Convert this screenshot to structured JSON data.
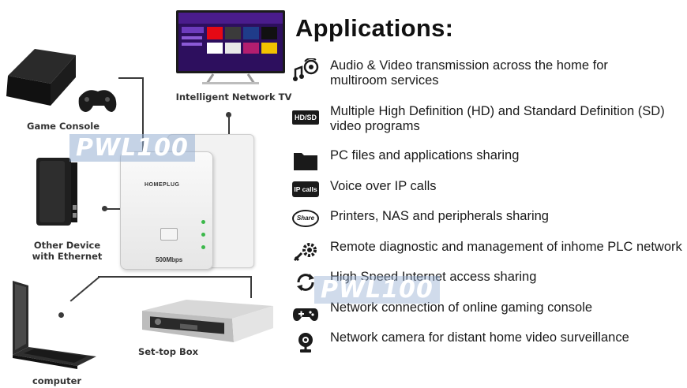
{
  "devices": {
    "tv": "Intelligent Network TV",
    "console": "Game Console",
    "other": "Other Device\nwith Ethernet",
    "computer": "computer",
    "stb": "Set-top Box"
  },
  "adapter": {
    "brand": "HOMEPLUG",
    "speed": "500Mbps"
  },
  "watermark": "PWL100",
  "applications": {
    "title": "Applications:",
    "items": [
      {
        "icon": "audio-video-icon",
        "text": "Audio & Video transmission across the home for multiroom services"
      },
      {
        "icon": "hd-sd-icon",
        "badge": "HD/SD",
        "text": "Multiple High Definition (HD) and Standard Definition (SD) video programs"
      },
      {
        "icon": "folder-icon",
        "text": "PC files and applications sharing"
      },
      {
        "icon": "ip-calls-icon",
        "badge": "IP calls",
        "text": "Voice over IP calls"
      },
      {
        "icon": "share-icon",
        "badge": "Share",
        "text": "Printers, NAS and peripherals sharing"
      },
      {
        "icon": "remote-diagnostic-icon",
        "text": "Remote diagnostic and management of inhome PLC network"
      },
      {
        "icon": "internet-sharing-icon",
        "text": "High Speed Internet access sharing"
      },
      {
        "icon": "gamepad-icon",
        "text": "Network connection of online gaming console"
      },
      {
        "icon": "webcam-icon",
        "text": "Network camera for distant home video surveillance"
      }
    ]
  }
}
